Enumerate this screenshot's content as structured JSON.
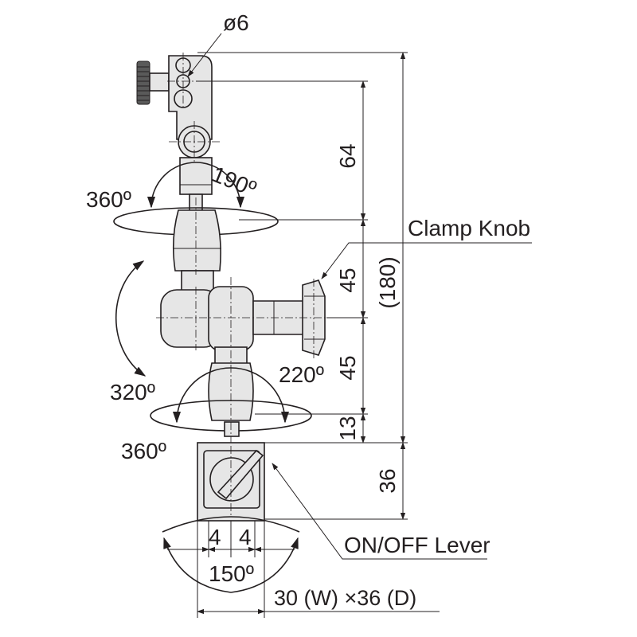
{
  "dimensions": {
    "bore": "ø6",
    "upper_arm": "64",
    "total": "(180)",
    "middle_upper": "45",
    "middle_lower": "45",
    "neck": "13",
    "base_height": "36",
    "base_offset_left": "4",
    "base_offset_right": "4",
    "base_size": "30 (W) ×36 (D)"
  },
  "angles": {
    "top_swivel": "360º",
    "top_tilt": "190º",
    "middle_rotation": "320º",
    "lower_tilt": "220º",
    "lower_swivel": "360º",
    "lever_swing": "150º"
  },
  "callouts": {
    "clamp_knob": "Clamp Knob",
    "on_off_lever": "ON/OFF Lever"
  }
}
